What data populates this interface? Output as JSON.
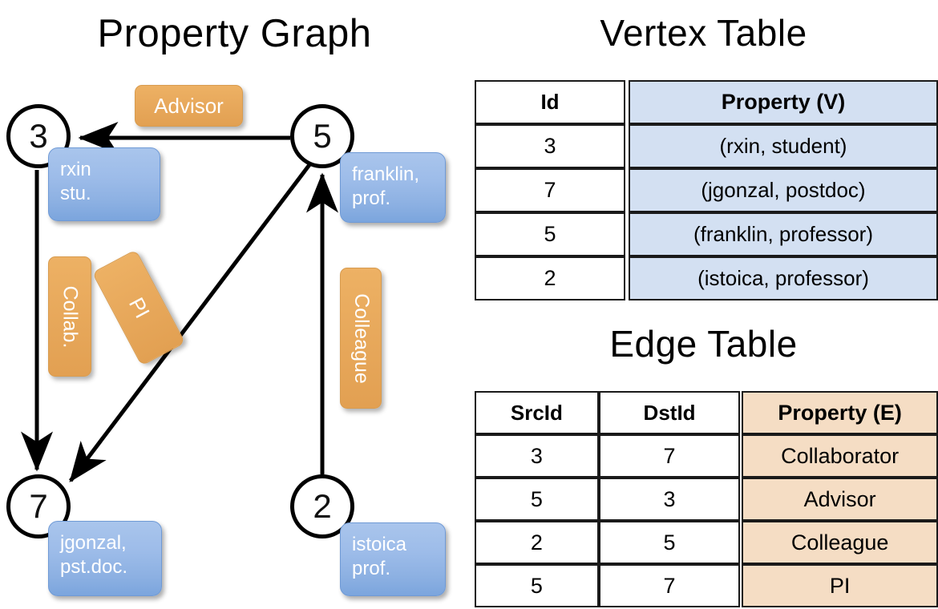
{
  "titles": {
    "property_graph": "Property Graph",
    "vertex_table": "Vertex Table",
    "edge_table": "Edge Table"
  },
  "graph": {
    "nodes": [
      {
        "id": "3",
        "label": "3",
        "property_lines": [
          "rxin",
          "stu."
        ]
      },
      {
        "id": "5",
        "label": "5",
        "property_lines": [
          "franklin,",
          "prof."
        ]
      },
      {
        "id": "7",
        "label": "7",
        "property_lines": [
          "jgonzal,",
          "pst.doc."
        ]
      },
      {
        "id": "2",
        "label": "2",
        "property_lines": [
          "istoica",
          "prof."
        ]
      }
    ],
    "property_boxes": {
      "rxin": "rxin\nstu.",
      "franklin": "franklin,\nprof.",
      "jgonzal": "jgonzal,\npst.doc.",
      "istoica": "istoica\nprof."
    },
    "property_box_lines": {
      "rxin_l1": "rxin",
      "rxin_l2": "stu.",
      "franklin_l1": "franklin,",
      "franklin_l2": "prof.",
      "jgonzal_l1": "jgonzal,",
      "jgonzal_l2": "pst.doc.",
      "istoica_l1": "istoica",
      "istoica_l2": "prof."
    },
    "edge_labels": {
      "advisor": "Advisor",
      "collab": "Collab.",
      "pi": "PI",
      "colleague": "Colleague"
    },
    "edges": [
      {
        "from": "5",
        "to": "3",
        "label": "Advisor"
      },
      {
        "from": "3",
        "to": "7",
        "label": "Collab."
      },
      {
        "from": "5",
        "to": "7",
        "label": "PI"
      },
      {
        "from": "2",
        "to": "5",
        "label": "Colleague"
      }
    ]
  },
  "vertex_table": {
    "headers": [
      "Id",
      "Property (V)"
    ],
    "rows": [
      {
        "id": "3",
        "property": "(rxin, student)"
      },
      {
        "id": "7",
        "property": "(jgonzal, postdoc)"
      },
      {
        "id": "5",
        "property": "(franklin, professor)"
      },
      {
        "id": "2",
        "property": "(istoica, professor)"
      }
    ]
  },
  "edge_table": {
    "headers": [
      "SrcId",
      "DstId",
      "Property (E)"
    ],
    "rows": [
      {
        "src": "3",
        "dst": "7",
        "property": "Collaborator"
      },
      {
        "src": "5",
        "dst": "3",
        "property": "Advisor"
      },
      {
        "src": "2",
        "dst": "5",
        "property": "Colleague"
      },
      {
        "src": "5",
        "dst": "7",
        "property": "PI"
      }
    ]
  },
  "colors": {
    "vertex_property_fill": "#d3e0f2",
    "edge_property_fill": "#f5ddc4",
    "node_box_blue": "#8cb0e2",
    "relation_orange": "#e8a95c",
    "stroke": "#000000"
  }
}
